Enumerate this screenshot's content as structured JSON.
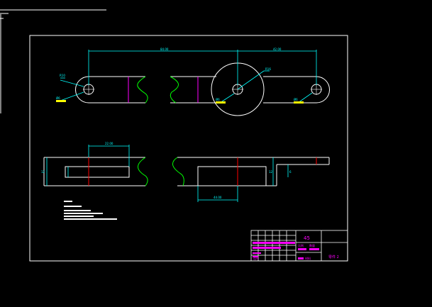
{
  "colors": {
    "background": "#000000",
    "frame": "#ffffff",
    "dimension": "#00ffff",
    "outline": "#ffffff",
    "break_line": "#00ff00",
    "section_line": "#ff0000",
    "highlight": "#ffff00",
    "title_text": "#ff00ff"
  },
  "drawing": {
    "dim_overall_length": "84.00",
    "dim_right_length": "42.00",
    "dim_width_top": "22.00",
    "dim_width_bottom": "44.00",
    "label_radius": "R10",
    "label_hole_left": "Ø6",
    "label_center_radius": "R16",
    "label_hole_center": "Ø6",
    "label_hole_right": "Ø6",
    "label_height_left": "12",
    "label_height_right": "12",
    "label_small_dim": "6"
  },
  "title_block": {
    "material": "45",
    "drawing_name": "连杆",
    "drawing_number": "零件 2",
    "row_label_1": "比例",
    "row_label_2": "数量",
    "row_label_3": "材料"
  }
}
